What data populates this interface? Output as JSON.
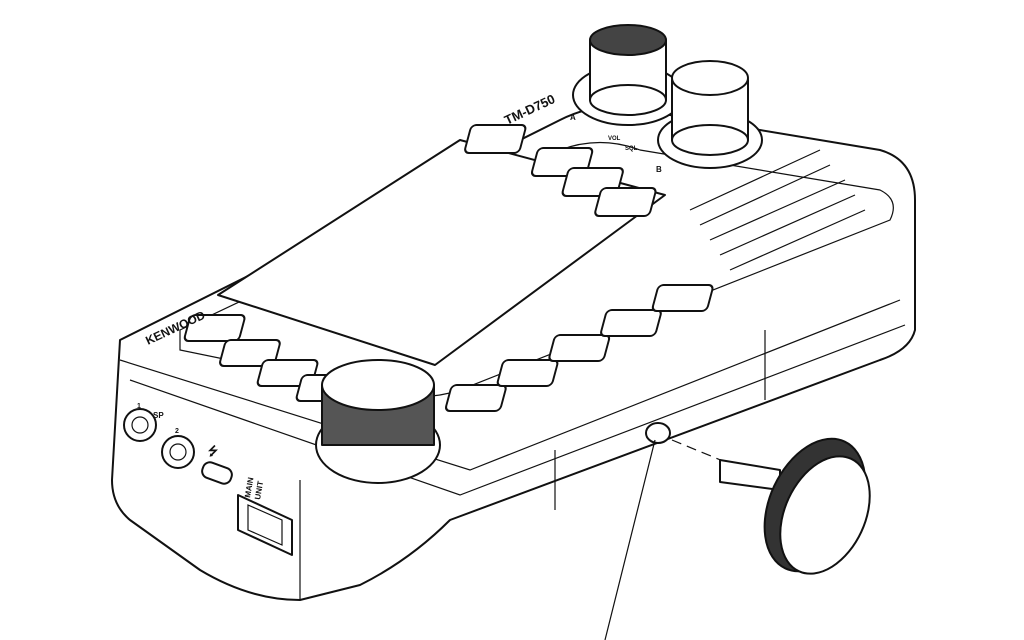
{
  "model_label": "TM-D750",
  "brand_label": "KENWOOD",
  "band_a_label": "A",
  "band_b_label": "B",
  "vol_label": "VOL",
  "sql_label": "SQL",
  "sp_label": "SP",
  "sp_jack_1_label": "1",
  "sp_jack_2_label": "2",
  "main_unit_label_line1": "MAIN",
  "main_unit_label_line2": "UNIT",
  "colors": {
    "line": "#111111",
    "background": "#ffffff"
  }
}
